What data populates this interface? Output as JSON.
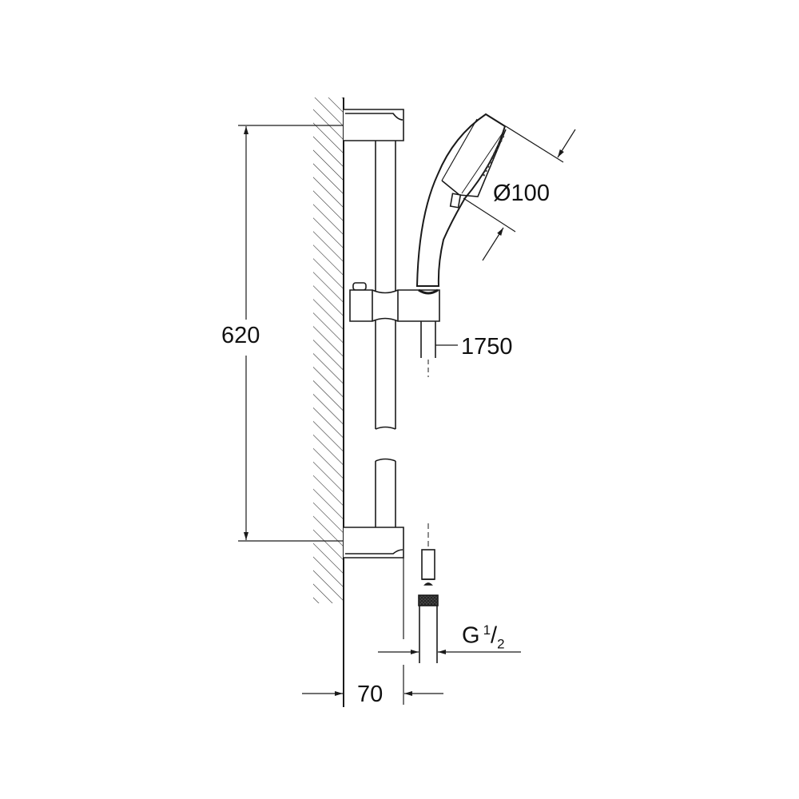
{
  "diagram": {
    "dimensions": {
      "rail_height": "620",
      "head_diameter": "Ø100",
      "hose_length": "1750",
      "wall_distance": "70",
      "thread_main": "G",
      "thread_num": "1",
      "thread_den": "2"
    },
    "colors": {
      "line": "#1a1a1a",
      "background": "#ffffff"
    }
  }
}
